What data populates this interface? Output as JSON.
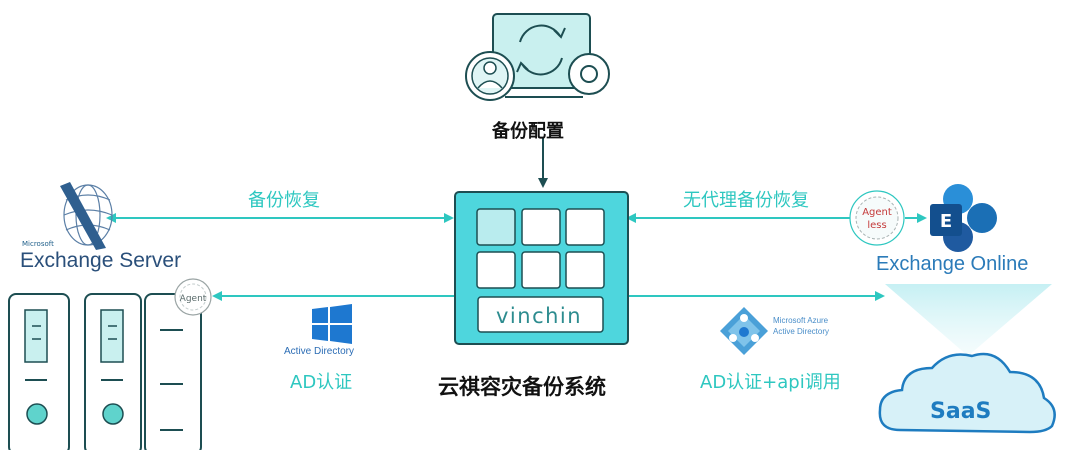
{
  "config": {
    "title": "备份配置"
  },
  "left_link": {
    "label": "备份恢复"
  },
  "right_link": {
    "label": "无代理备份恢复"
  },
  "exchange_server": {
    "brand": "Microsoft",
    "title": "Exchange Server",
    "agent_badge": "Agent"
  },
  "exchange_online": {
    "title": "Exchange Online",
    "agentless_line1": "Agent",
    "agentless_line2": "less",
    "icon_letter": "E"
  },
  "active_directory": {
    "caption": "Active Directory",
    "auth_label": "AD认证"
  },
  "azure": {
    "line1": "Microsoft Azure",
    "line2": "Active Directory",
    "auth_label": "AD认证+api调用"
  },
  "system": {
    "title": "云祺容灾备份系统",
    "brand": "vinchin"
  },
  "saas": {
    "label": "SaaS"
  },
  "colors": {
    "teal": "#2ec7c0",
    "panel": "#4ed6dd",
    "dark": "#1d4e52",
    "blue": "#1e7cc0",
    "cloud": "#d7f1f8"
  }
}
